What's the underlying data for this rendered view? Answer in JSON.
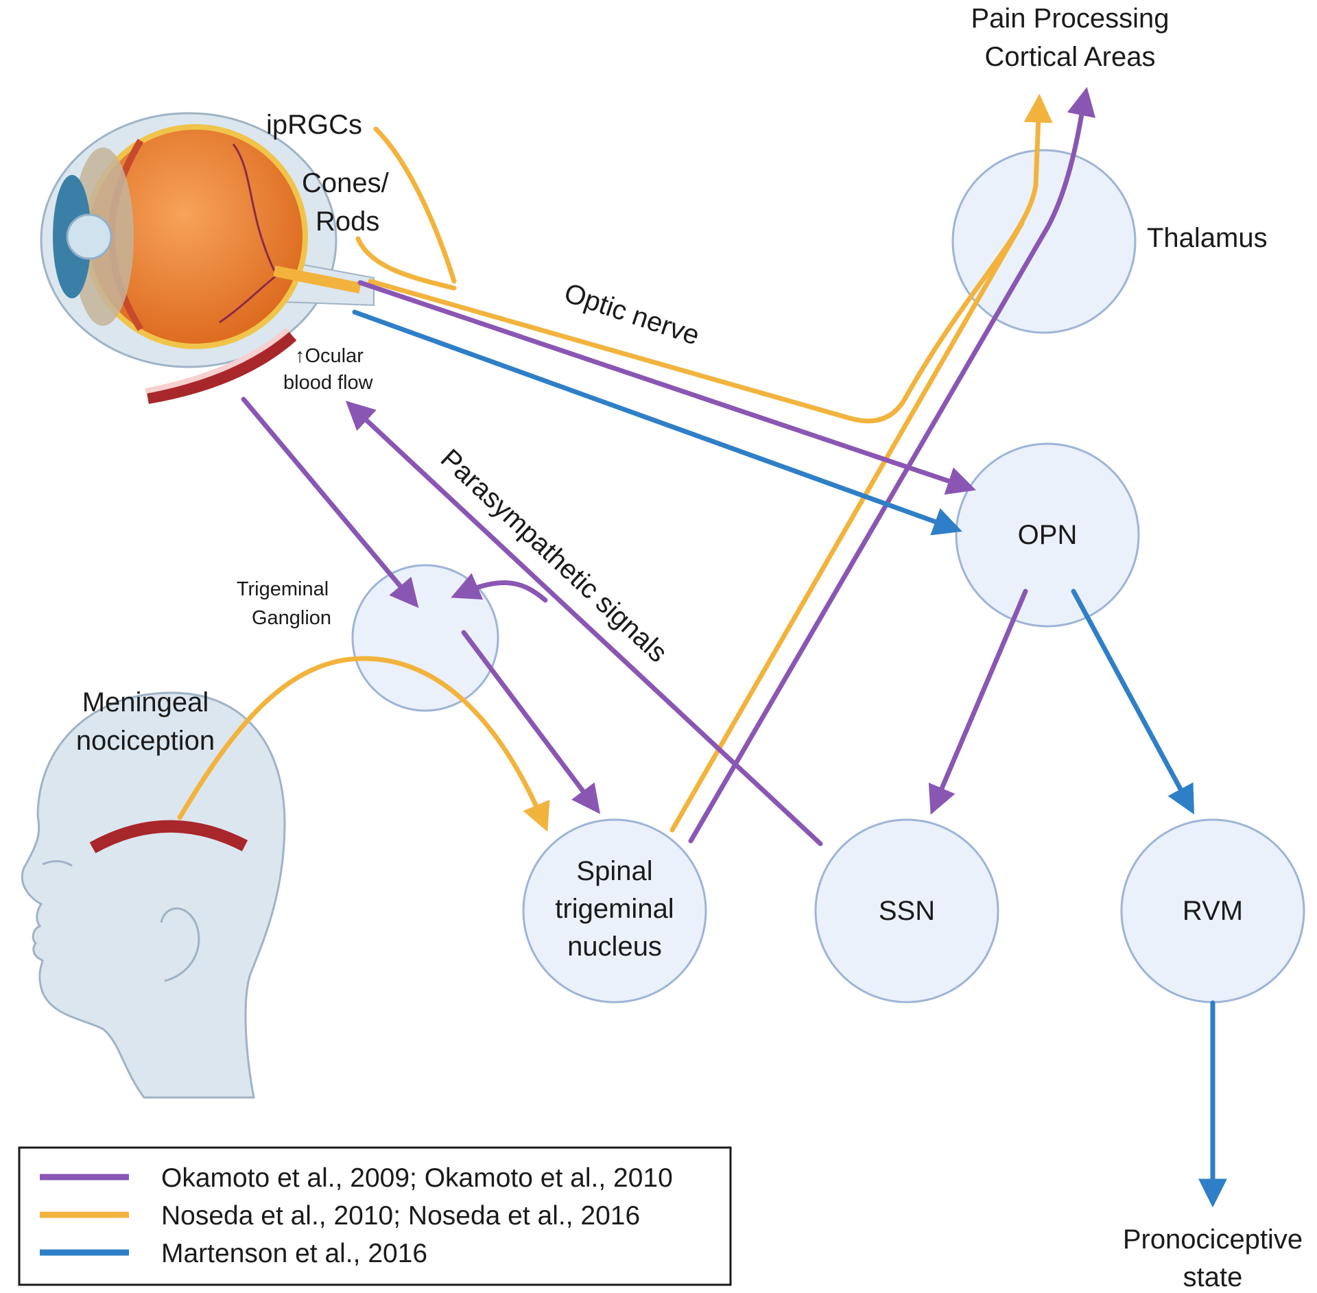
{
  "colors": {
    "purple": "#8a56b3",
    "orange": "#f2b33d",
    "blue": "#2e7fc7",
    "node_fill": "#eaf1fa",
    "node_stroke": "#9db4d6",
    "meninges": "#a8272b"
  },
  "labels": {
    "pain_processing": [
      "Pain Processing",
      "Cortical Areas"
    ],
    "thalamus": "Thalamus",
    "iprgcs": "ipRGCs",
    "cones_rods": [
      "Cones/",
      "Rods"
    ],
    "optic_nerve": "Optic nerve",
    "ocular_blood_flow": [
      "↑Ocular",
      "blood flow"
    ],
    "parasympathetic": "Parasympathetic signals",
    "trigeminal_ganglion": [
      "Trigeminal",
      "Ganglion"
    ],
    "meningeal": [
      "Meningeal",
      "nociception"
    ],
    "opn": "OPN",
    "spinal_trigeminal": [
      "Spinal",
      "trigeminal",
      "nucleus"
    ],
    "ssn": "SSN",
    "rvm": "RVM",
    "pronociceptive": [
      "Pronociceptive",
      "state"
    ]
  },
  "legend": [
    {
      "label": "Okamoto et al., 2009; Okamoto et al., 2010",
      "color": "#8a56b3"
    },
    {
      "label": "Noseda et al., 2010; Noseda et al., 2016",
      "color": "#f2b33d"
    },
    {
      "label": "Martenson et al., 2016",
      "color": "#2e7fc7"
    }
  ],
  "icons": [
    "eye-anatomy-icon",
    "human-head-icon"
  ]
}
